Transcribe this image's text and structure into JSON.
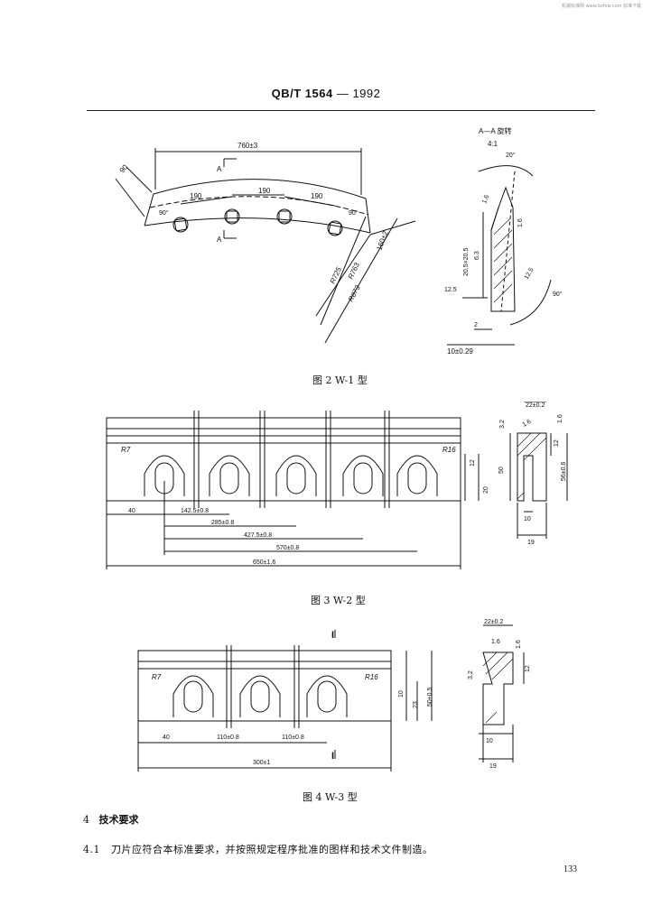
{
  "watermark": "机械标准网 www.bzfxw.com 标准下载",
  "header": {
    "standard_code": "QB/T 1564",
    "dash": "—",
    "year": "1992"
  },
  "fig2": {
    "caption": "图 2  W-1 型",
    "dims": {
      "overall": "760±3",
      "left_end": "90",
      "spacing": [
        "190",
        "190",
        "190"
      ],
      "angle_left": "90°",
      "angle_right": "90°",
      "width": "160±2",
      "r1": "R725",
      "r2": "R763",
      "r3": "R873",
      "section_mark": "A"
    },
    "section": {
      "title": "A—A 旋转",
      "scale": "4:1",
      "angle_top": "20°",
      "angle_right": "90°",
      "rough_a": "1.6",
      "rough_b": "1.6",
      "rough_c": "12.5",
      "rough_d": "12.5",
      "slot": "20.5×20.5",
      "dim_small": "6.3",
      "dim_2": "2",
      "thickness": "10±0.29"
    }
  },
  "fig3": {
    "caption": "图 3  W-2 型",
    "dims": {
      "r_small": "R7",
      "r_large": "R16",
      "d12": "12",
      "d20": "20",
      "d50": "50",
      "d56": "56±0.6",
      "d40": "40",
      "p1": "142.5±0.8",
      "p2": "285±0.8",
      "p3": "427.5±0.8",
      "p4": "570±0.8",
      "total": "650±1.6"
    },
    "section": {
      "top": "22±0.2",
      "r1": "3.2",
      "r2": "1.6",
      "r3": "1.6",
      "d12": "12",
      "d10": "10",
      "d19": "19"
    }
  },
  "fig4": {
    "caption": "图 4  W-3 型",
    "marker": "I",
    "dims": {
      "r_small": "R7",
      "r_large": "R16",
      "d10": "10",
      "d23": "23",
      "d50": "50±0.5",
      "d40": "40",
      "p1": "110±0.8",
      "p2": "110±0.8",
      "total": "300±1"
    },
    "section": {
      "top": "22±0.2",
      "r1": "1.6",
      "r2": "1.6",
      "r3": "3.2",
      "d12": "12",
      "d10": "10",
      "d19": "19"
    }
  },
  "section4": {
    "number": "4",
    "title": "技术要求"
  },
  "clause41": {
    "number": "4.1",
    "text": "刀片应符合本标准要求，并按照规定程序批准的图样和技术文件制造。"
  },
  "page_number": "133"
}
